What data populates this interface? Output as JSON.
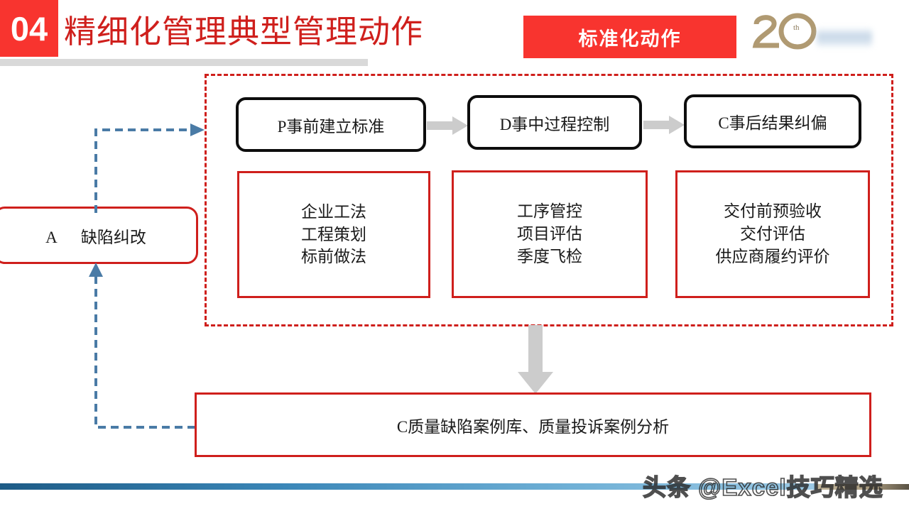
{
  "header": {
    "slide_number": "04",
    "title": "精细化管理典型管理动作",
    "badge_label": "标准化动作",
    "logo_name": "20th-anniversary-logo",
    "accent_red": "#f8342f",
    "title_red": "#cf1f1c",
    "underbar_gray": "#d9d9d9"
  },
  "diagram": {
    "stages": [
      {
        "label": "P事前建立标准"
      },
      {
        "label": "D事中过程控制"
      },
      {
        "label": "C事后结果纠偏"
      }
    ],
    "details": [
      {
        "lines": [
          "企业工法",
          "工程策划",
          "标前做法"
        ]
      },
      {
        "lines": [
          "工序管控",
          "项目评估",
          "季度飞检"
        ]
      },
      {
        "lines": [
          "交付前预验收",
          "交付评估",
          "供应商履约评价"
        ]
      }
    ],
    "defect_box": {
      "label": "A      缺陷纠改"
    },
    "case_library_box": {
      "label": "C质量缺陷案例库、质量投诉案例分析"
    },
    "arrow_gray": "#cccccc",
    "connector_blue": "#4a7ba6",
    "container_border_red": "#cf1f1c"
  },
  "footer": {
    "watermark": "头条 @Excel技巧精选",
    "bar_blue": "#3b87b8",
    "bar_tan": "#a89a7e"
  }
}
